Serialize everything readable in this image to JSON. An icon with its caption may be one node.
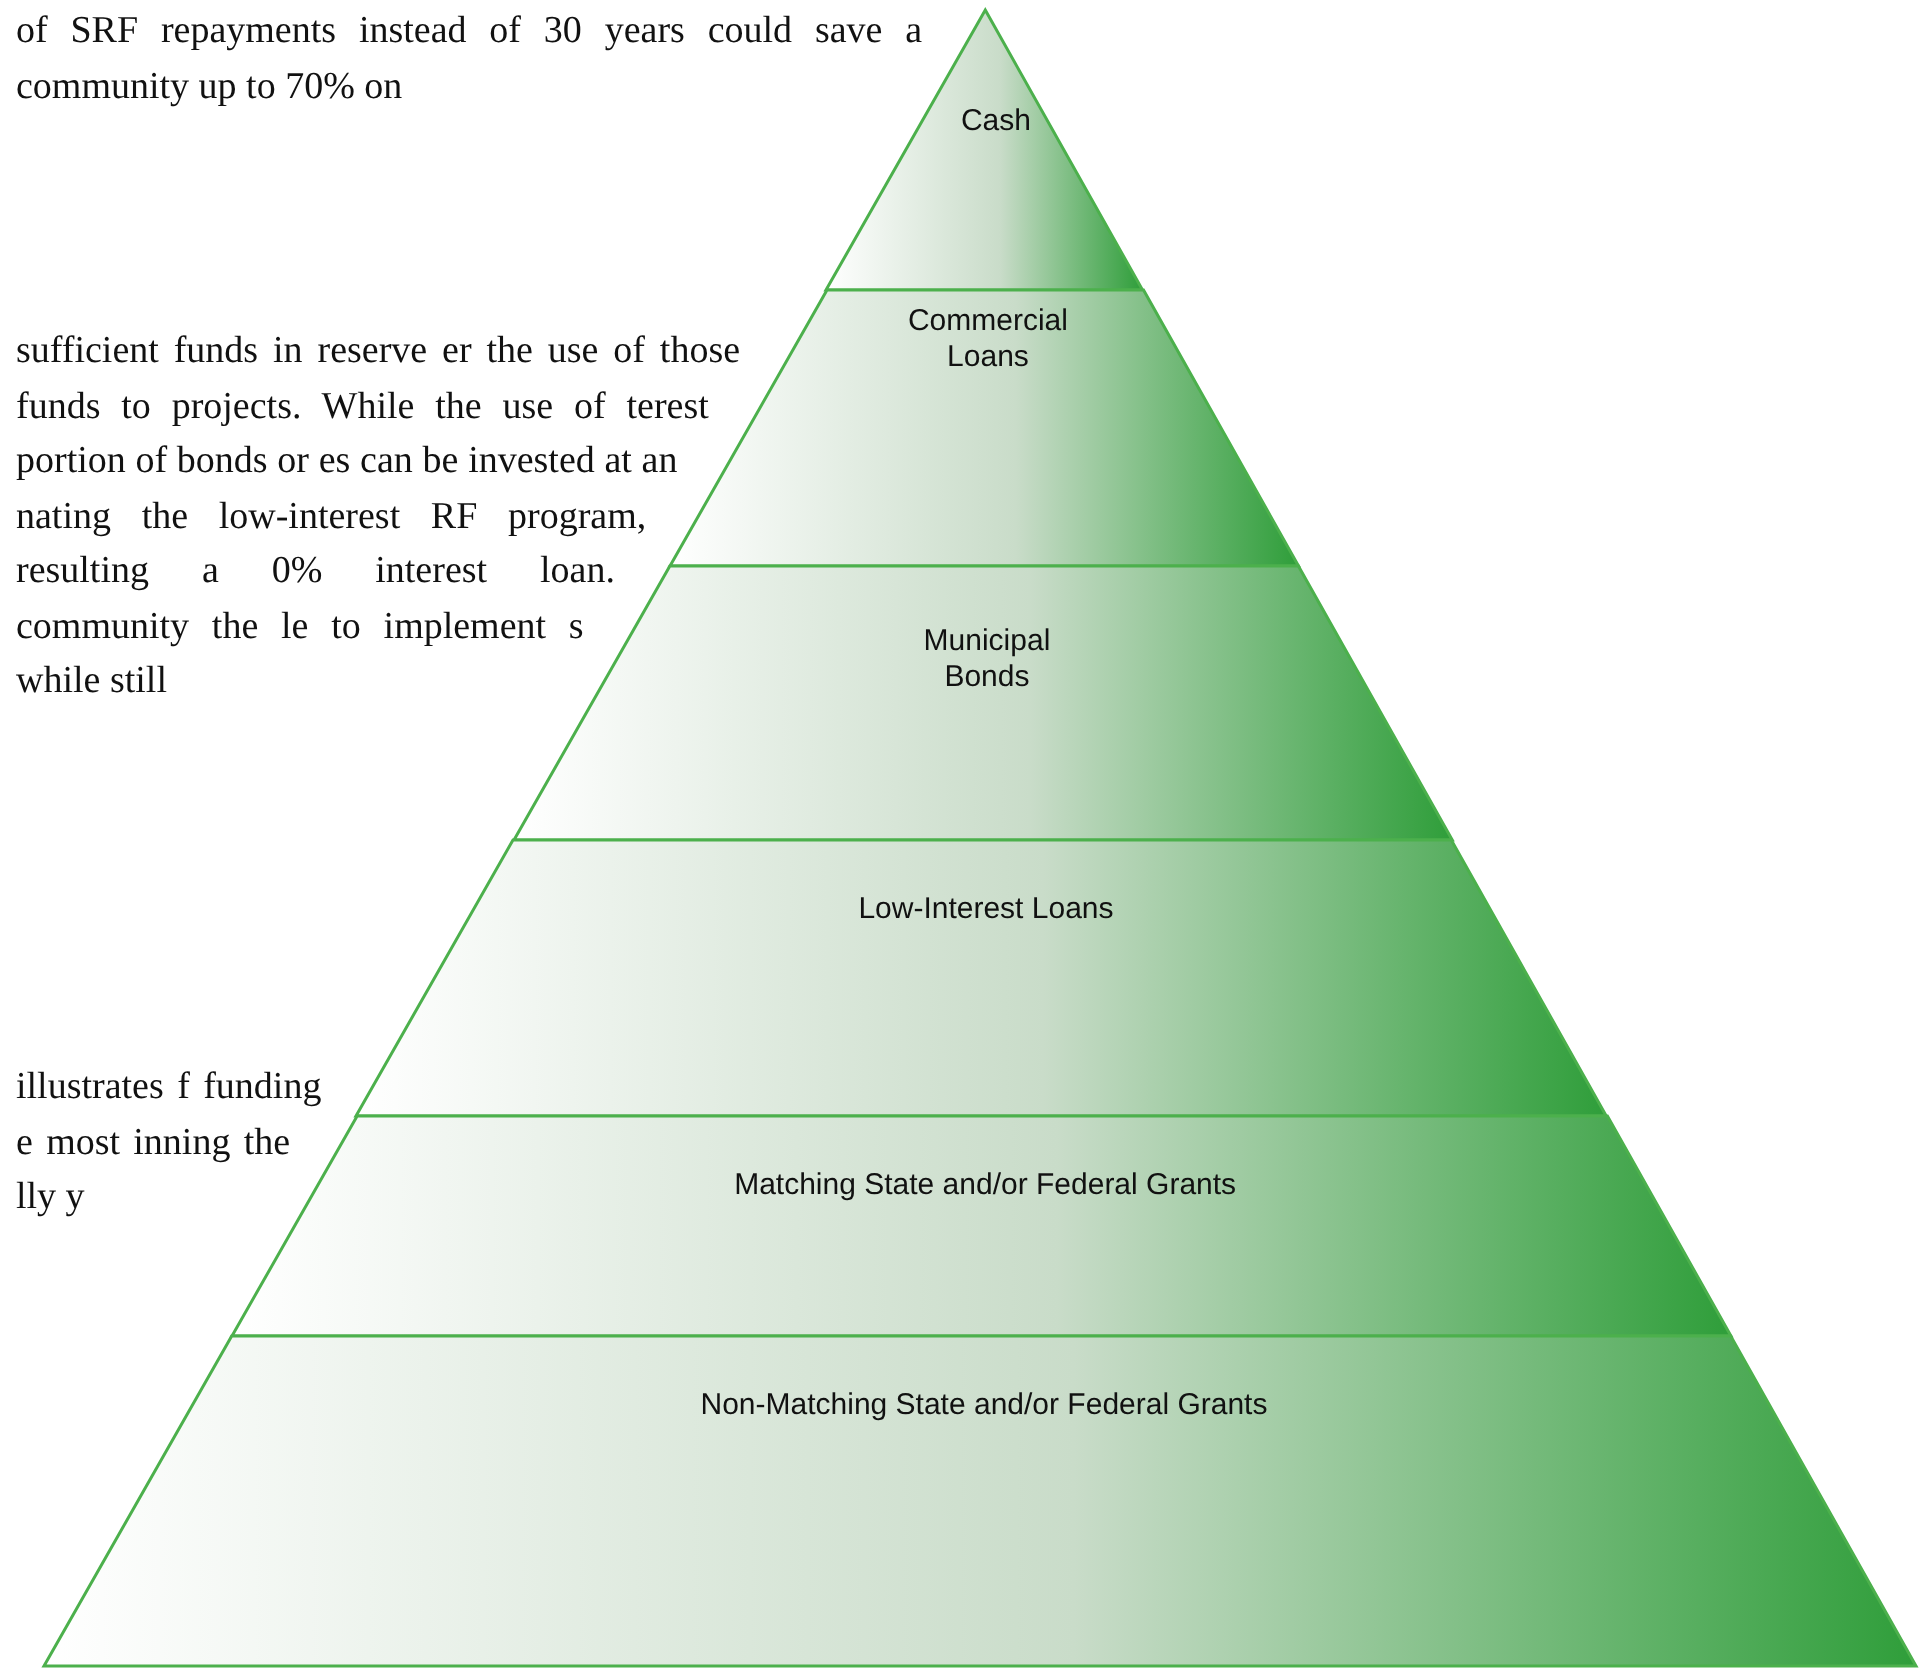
{
  "diagram": {
    "nodes": [
      {
        "text": [
          "Cash"
        ]
      },
      {
        "text": [
          "Commercial Loans"
        ]
      },
      {
        "text": [
          "Municipal Bonds"
        ]
      },
      {
        "text": [
          "Low-Interest Loans"
        ]
      },
      {
        "text": [
          "Matching State and/or Federal Grants"
        ]
      },
      {
        "text": [
          "Non-Matching State and/or Federal Grants"
        ]
      }
    ],
    "labels": [
      "of SRF repayments instead of 30 years could save a community up to 70% on",
      "sufficient funds in reserve er the use of those funds to projects. While the use of terest portion of bonds or es can be invested at an nating the low-interest RF program, resulting a 0% interest loan. community the le to implement s while still",
      "illustrates f funding e most inning the lly y"
    ]
  }
}
